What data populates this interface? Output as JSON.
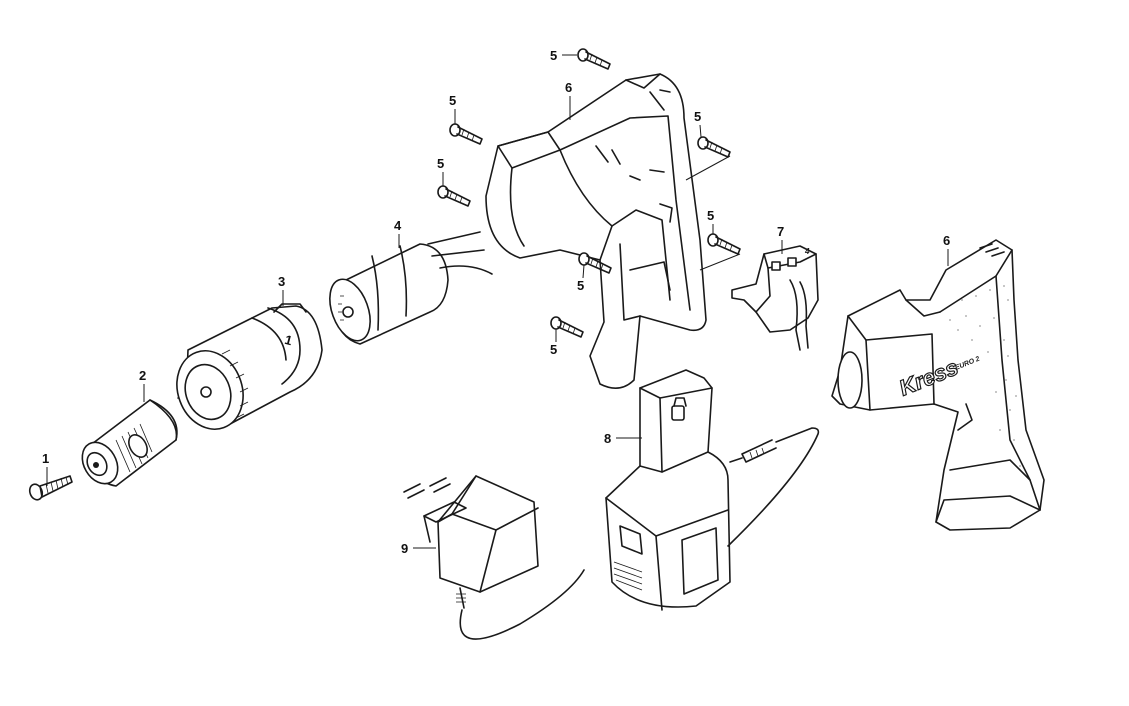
{
  "diagram": {
    "callouts": [
      {
        "id": "c1",
        "label": "1"
      },
      {
        "id": "c2",
        "label": "2"
      },
      {
        "id": "c3",
        "label": "3"
      },
      {
        "id": "c4",
        "label": "4"
      },
      {
        "id": "c5a",
        "label": "5"
      },
      {
        "id": "c5b",
        "label": "5"
      },
      {
        "id": "c5c",
        "label": "5"
      },
      {
        "id": "c5d",
        "label": "5"
      },
      {
        "id": "c5e",
        "label": "5"
      },
      {
        "id": "c5f",
        "label": "5"
      },
      {
        "id": "c5g",
        "label": "5"
      },
      {
        "id": "c6a",
        "label": "6"
      },
      {
        "id": "c6b",
        "label": "6"
      },
      {
        "id": "c7",
        "label": "7"
      },
      {
        "id": "c8",
        "label": "8"
      },
      {
        "id": "c9",
        "label": "9"
      }
    ],
    "housing_marking": {
      "brand": "Kress",
      "model": "EURO 2"
    },
    "gearbox_marking": "1",
    "switch_marking": "4"
  }
}
